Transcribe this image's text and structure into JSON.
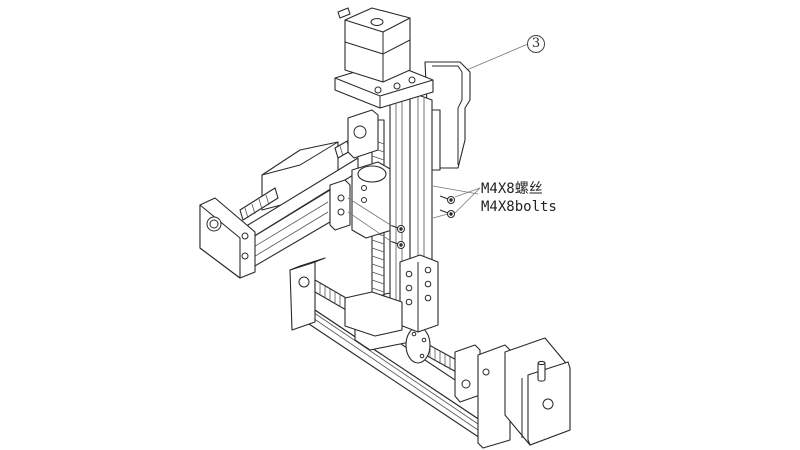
{
  "diagram": {
    "type": "exploded assembly drawing",
    "subject": "3-axis linear motion stage with stepper motors and ball screws",
    "callouts": [
      {
        "id": "callout-3",
        "text": "③",
        "number": "3"
      }
    ],
    "labels": {
      "bolts_cn": "M4X8螺丝",
      "bolts_en": "M4X8bolts"
    },
    "components": [
      "vertical-axis stepper motor (top)",
      "vertical-axis ball screw and rail",
      "horizontal Y-axis module (left)",
      "base X-axis module (bottom)",
      "base stepper motor (bottom right)",
      "side stepper motor (right, callout 3)",
      "M4X8 mounting bolts x4"
    ]
  }
}
